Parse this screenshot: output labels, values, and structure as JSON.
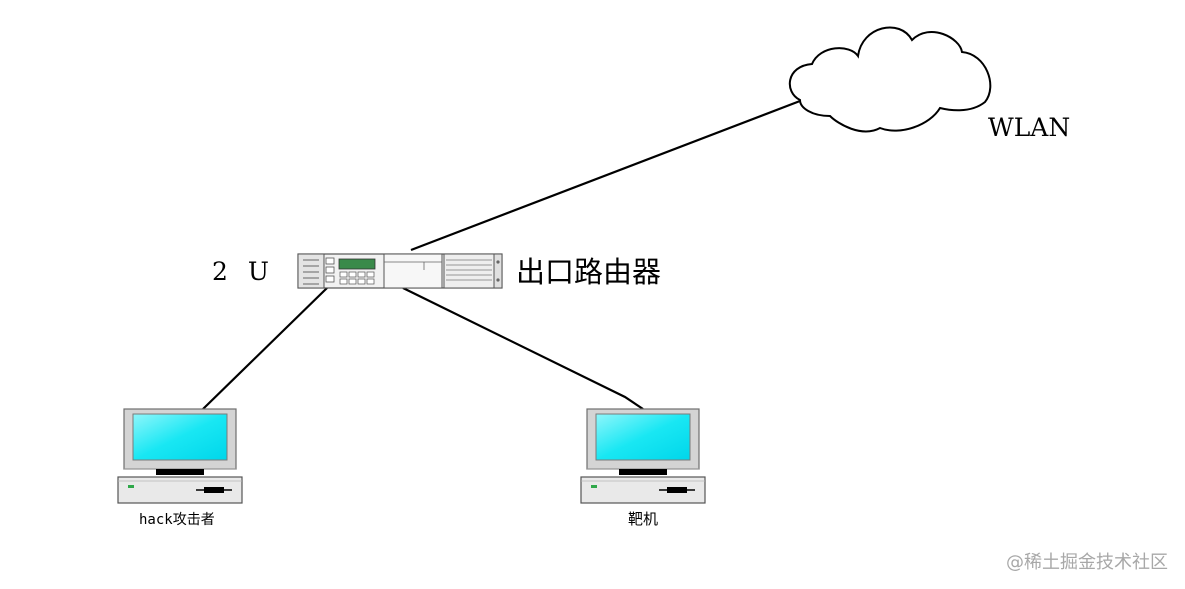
{
  "nodes": {
    "cloud": {
      "label": "WLAN"
    },
    "router": {
      "label": "出口路由器",
      "size_label": "2 U"
    },
    "attacker": {
      "label": "hack攻击者"
    },
    "target": {
      "label": "靶机"
    }
  },
  "watermark": "@稀土掘金技术社区",
  "colors": {
    "screen": "#00e6f0",
    "monitor_frame": "#d4d4d4",
    "router_panel": "#3a8a4a",
    "line": "#000000"
  }
}
